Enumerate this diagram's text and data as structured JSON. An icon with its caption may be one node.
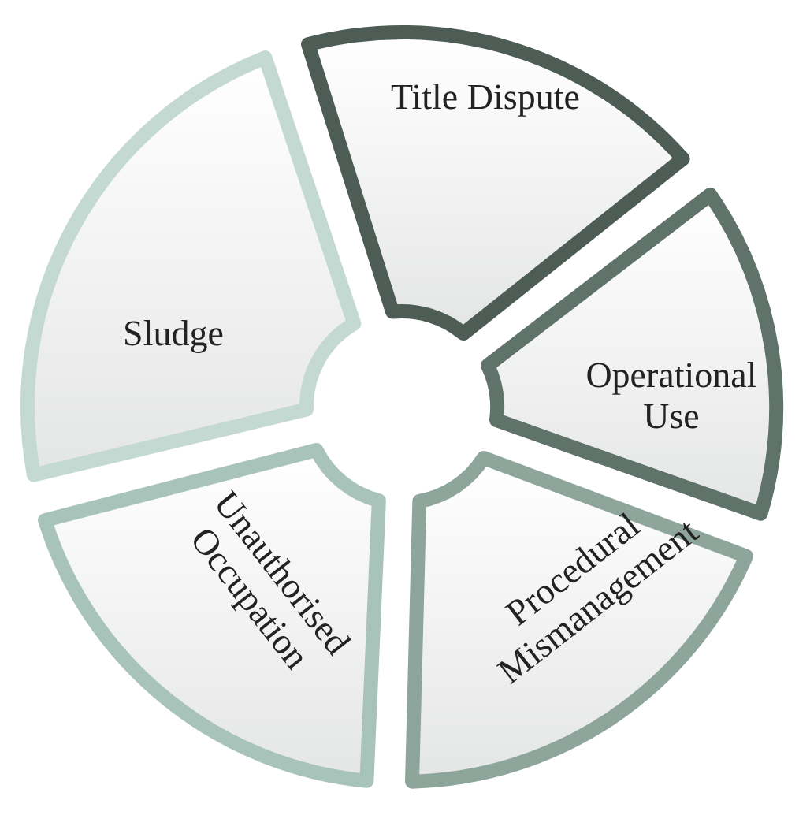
{
  "diagram": {
    "nodes": [
      {
        "text": [
          "Title Dispute"
        ]
      },
      {
        "text": [
          "Operational Use"
        ]
      },
      {
        "text": [
          "Procedural Mismanagement"
        ]
      },
      {
        "text": [
          "Unauthorised Occupation"
        ]
      },
      {
        "text": [
          "Sludge"
        ]
      }
    ]
  }
}
